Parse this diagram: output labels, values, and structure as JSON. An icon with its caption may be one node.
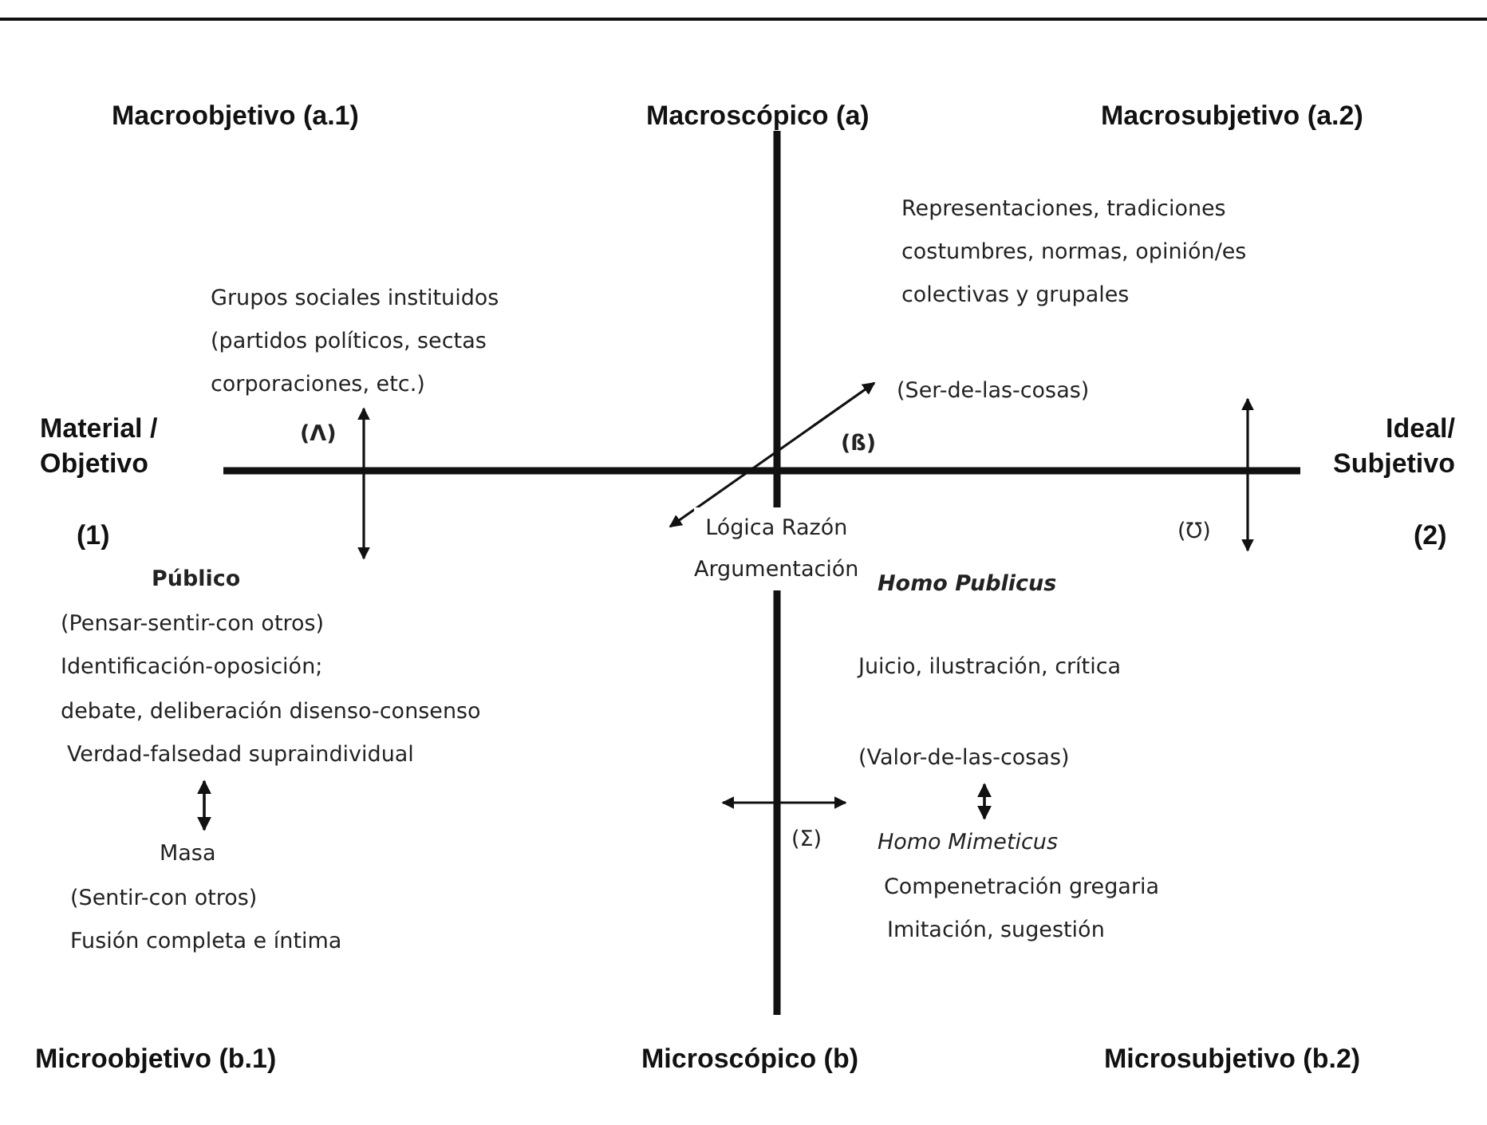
{
  "diagram": {
    "nodes": [
      {
        "text": [
          "Público",
          "(Pensar-sentir-con otros)",
          "Identificación-oposición;",
          "debate, deliberación disenso-consenso",
          "Verdad-falsedad supraindividual"
        ]
      },
      {
        "text": [
          "Masa",
          "(Sentir-con otros)",
          "Fusión completa e íntima"
        ]
      },
      {
        "text": [
          "(Valor-de-las-cosas)"
        ]
      },
      {
        "text": [
          "Homo Mimeticus",
          "Compenetración gregaria",
          "Imitación, sugestión"
        ]
      }
    ],
    "edges": [
      {
        "from": 0,
        "to": 1,
        "arrow": "both"
      },
      {
        "from": 2,
        "to": 3,
        "arrow": "both"
      }
    ],
    "labels": [
      "Macroobjetivo (a.1)",
      "Macroscópico (a)",
      "Macrosubjetivo (a.2)",
      "Representaciones, tradiciones costumbres, normas, opinión/es colectivas y grupales",
      "Grupos sociales instituidos (partidos políticos, sectas corporaciones, etc.)",
      "(Ser-de-las-cosas)",
      "Material / Objetivo",
      "(Λ)",
      "(ß)",
      "Ideal/ Subjetivo",
      "(1)",
      "Lógica Razón Argumentación",
      "(Ʊ)",
      "(2)",
      "Homo Publicus",
      "Juicio, ilustración, crítica",
      "(Σ)",
      "Microobjetivo (b.1)",
      "Microscópico (b)",
      "Microsubjetivo (b.2)"
    ]
  }
}
